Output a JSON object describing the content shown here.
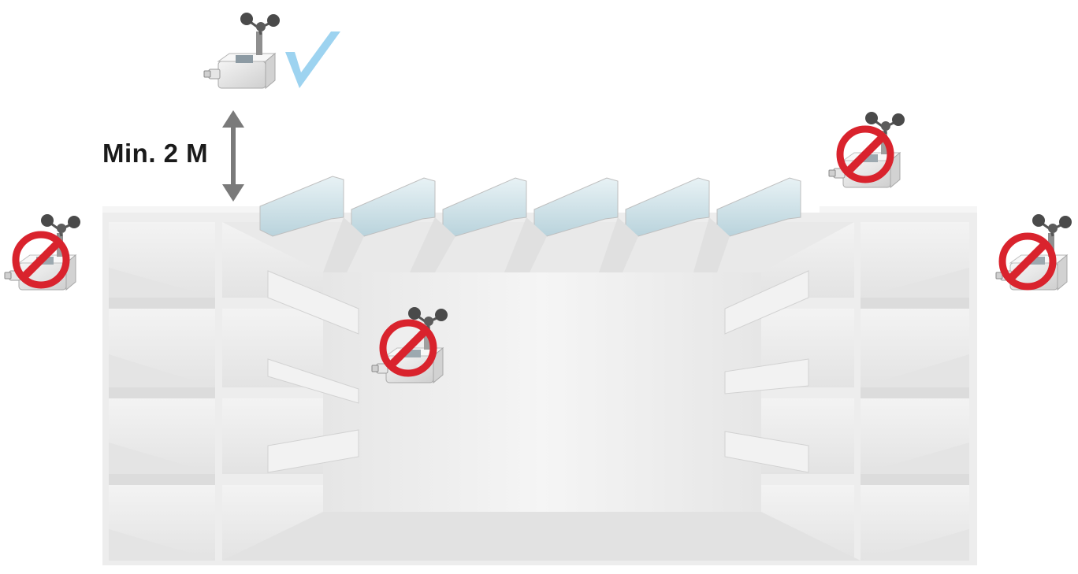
{
  "annotations": {
    "min_height_label": "Min. 2 M"
  },
  "sensors": [
    {
      "id": "roof-above",
      "status": "correct"
    },
    {
      "id": "roof-edge-right",
      "status": "prohibited"
    },
    {
      "id": "left-outside",
      "status": "prohibited"
    },
    {
      "id": "right-outside",
      "status": "prohibited"
    },
    {
      "id": "atrium-inside",
      "status": "prohibited"
    }
  ],
  "colors": {
    "prohibited": "#d9232d",
    "correct_check": "#9dd3f0",
    "arrow": "#7a7a7a",
    "building": "#ececec",
    "building_shadow": "#d8d8d8",
    "glass": "#cfe3ea"
  },
  "icons": {
    "sensor": "anemometer-sensor-icon",
    "correct": "checkmark-icon",
    "prohibited": "prohibited-sign-icon"
  }
}
